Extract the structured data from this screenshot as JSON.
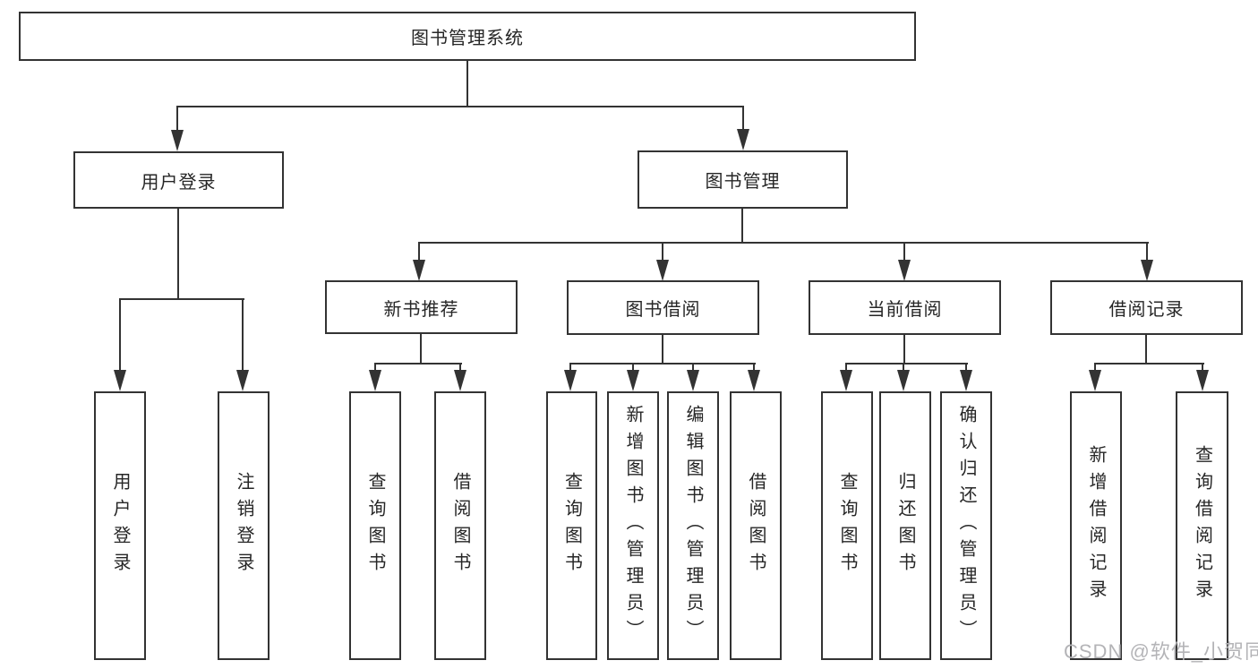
{
  "tree": {
    "root": {
      "label": "图书管理系统"
    },
    "branches": [
      {
        "label": "用户登录",
        "children": [
          {
            "label": "用户登录"
          },
          {
            "label": "注销登录"
          }
        ]
      },
      {
        "label": "图书管理",
        "sections": [
          {
            "label": "新书推荐",
            "children": [
              {
                "label": "查询图书"
              },
              {
                "label": "借阅图书"
              }
            ]
          },
          {
            "label": "图书借阅",
            "children": [
              {
                "label": "查询图书"
              },
              {
                "label": "新增图书（管理员）"
              },
              {
                "label": "编辑图书（管理员）"
              },
              {
                "label": "借阅图书"
              }
            ]
          },
          {
            "label": "当前借阅",
            "children": [
              {
                "label": "查询图书"
              },
              {
                "label": "归还图书"
              },
              {
                "label": "确认归还（管理员）"
              }
            ]
          },
          {
            "label": "借阅记录",
            "children": [
              {
                "label": "新增借阅记录"
              },
              {
                "label": "查询借阅记录"
              }
            ]
          }
        ]
      }
    ]
  },
  "watermark": {
    "text": "CSDN @软件_小贺同学"
  },
  "colors": {
    "line": "#333333",
    "text": "#262626",
    "watermark": "#b4b4b7",
    "background": "#ffffff"
  }
}
